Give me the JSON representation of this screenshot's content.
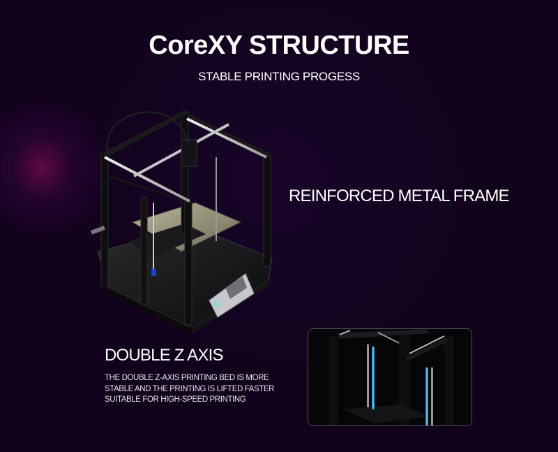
{
  "header": {
    "title": "CoreXY STRUCTURE",
    "subtitle": "STABLE PRINTING  PROGESS"
  },
  "features": [
    {
      "title": "REINFORCED METAL FRAME"
    },
    {
      "title": "DOUBLE Z AXIS",
      "description_lines": [
        "THE DOUBLE Z-AXIS PRINTING BED IS MORE",
        "STABLE AND THE PRINTING IS LIFTED FASTER",
        "SUITABLE FOR HIGH-SPEED PRINTING"
      ]
    }
  ],
  "images": {
    "main": "corexy-3d-printer-render",
    "inset": "double-z-axis-closeup"
  },
  "colors": {
    "background": "#10021a",
    "text": "#ffffff",
    "accent_glow": "#7a0a50",
    "z_axis_light": "#2ab8f0"
  }
}
